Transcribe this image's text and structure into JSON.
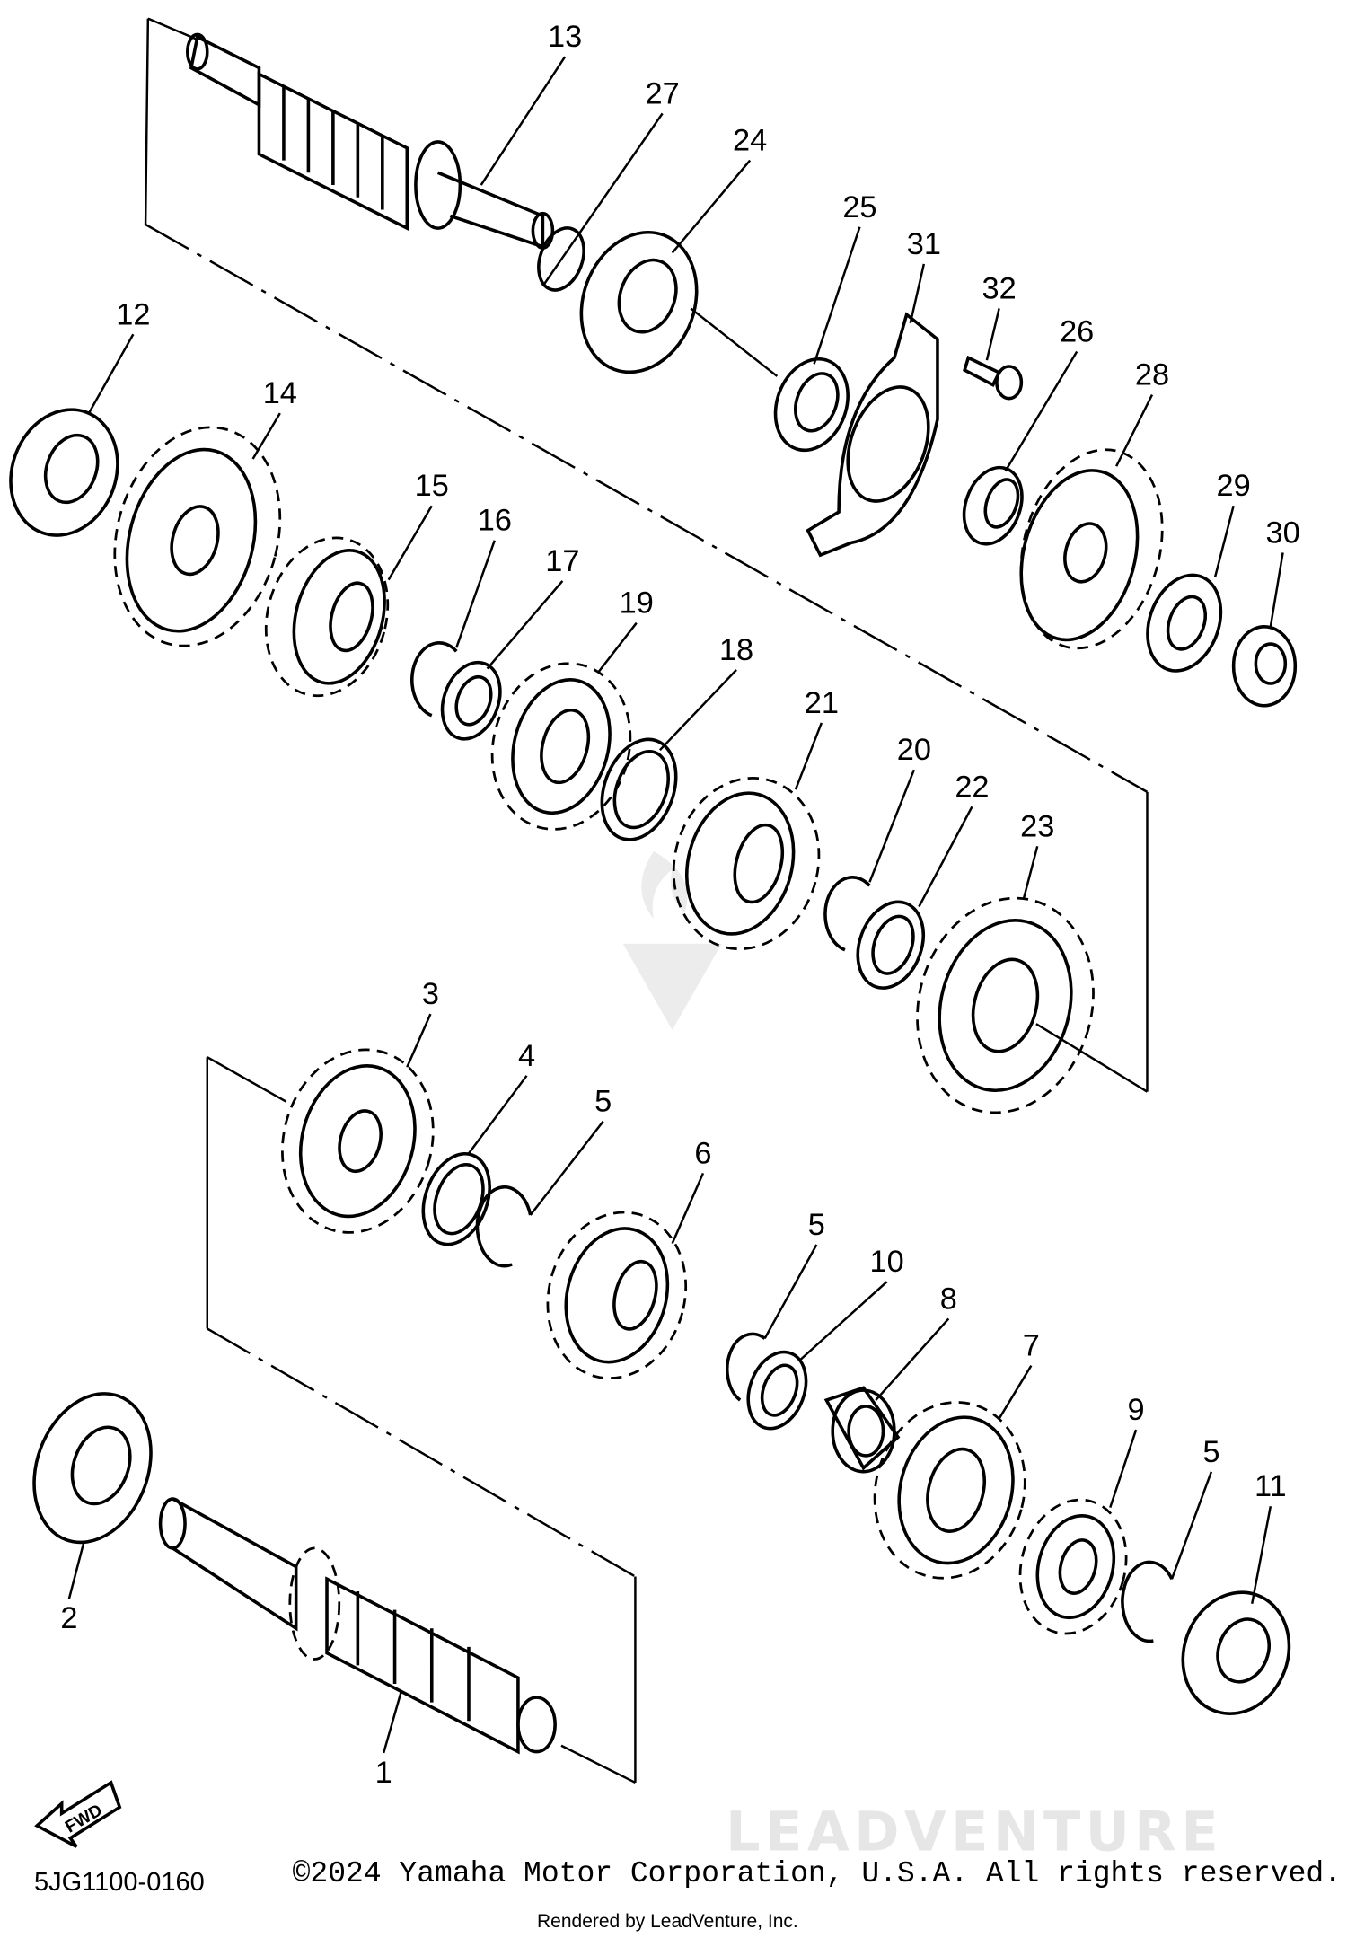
{
  "diagram": {
    "callouts": [
      "13",
      "27",
      "24",
      "25",
      "31",
      "32",
      "26",
      "28",
      "29",
      "30",
      "12",
      "14",
      "15",
      "16",
      "17",
      "19",
      "18",
      "21",
      "20",
      "22",
      "23",
      "3",
      "4",
      "5",
      "6",
      "5",
      "10",
      "8",
      "7",
      "9",
      "5",
      "11",
      "2",
      "1"
    ],
    "fwd_label": "FWD",
    "watermark": "LEADVENTURE"
  },
  "footer": {
    "diagram_code": "5JG1100-0160",
    "copyright": "©2024 Yamaha Motor Corporation, U.S.A. All rights reserved.",
    "rendered_by": "Rendered by LeadVenture, Inc."
  }
}
